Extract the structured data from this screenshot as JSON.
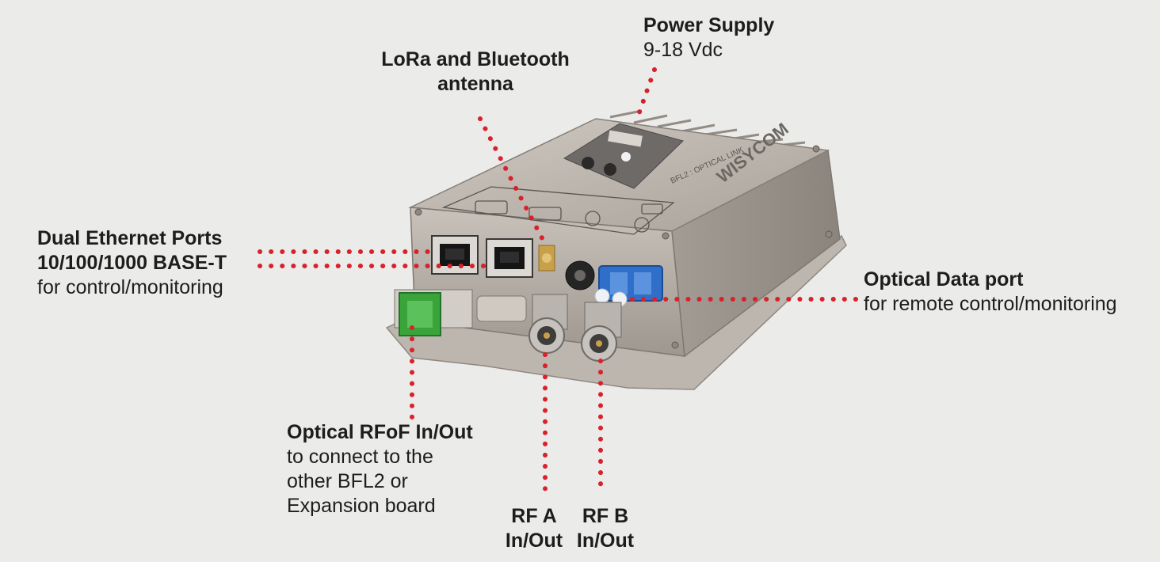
{
  "callouts": {
    "power_supply": {
      "title": "Power Supply",
      "detail": "9-18 Vdc"
    },
    "antenna": {
      "title_line1": "LoRa and Bluetooth",
      "title_line2": "antenna"
    },
    "ethernet": {
      "title_line1": "Dual Ethernet Ports",
      "title_line2": "10/100/1000 BASE-T",
      "detail": "for control/monitoring"
    },
    "optical_data": {
      "title": "Optical Data port",
      "detail": "for remote control/monitoring"
    },
    "optical_rfof": {
      "title": "Optical RFoF In/Out",
      "detail_line1": "to connect to the",
      "detail_line2": "other BFL2 or",
      "detail_line3": "Expansion board"
    },
    "rf_a": {
      "line1": "RF A",
      "line2": "In/Out"
    },
    "rf_b": {
      "line1": "RF B",
      "line2": "In/Out"
    }
  },
  "device": {
    "brand": "WISYCOM",
    "panel_label": "BFL2 : OPTICAL LINK"
  },
  "colors": {
    "background": "#ebebea",
    "dots": "#d9212b",
    "housing": "#b7b0a8",
    "sc_connector": "#3aa43a",
    "lc_connector": "#2f6fc9"
  }
}
